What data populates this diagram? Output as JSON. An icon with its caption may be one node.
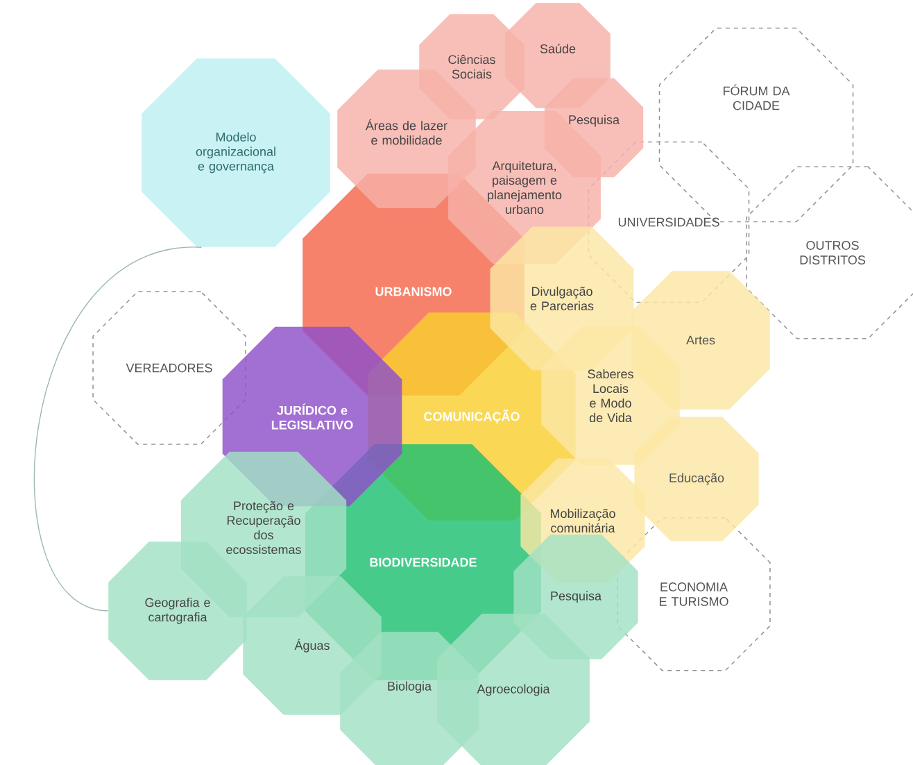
{
  "diagram": {
    "nodes": [
      {
        "text": [
          "Modelo organizacional e governança"
        ]
      },
      {
        "text": [
          "Áreas de lazer e mobilidade"
        ]
      },
      {
        "text": [
          "Ciências Sociais"
        ]
      },
      {
        "text": [
          "Saúde"
        ]
      },
      {
        "text": [
          "Pesquisa"
        ]
      },
      {
        "text": [
          "Arquitetura, paisagem e planejamento urbano"
        ]
      },
      {
        "text": [
          "FÓRUM DA CIDADE"
        ]
      },
      {
        "text": [
          "UNIVERSIDADES"
        ]
      },
      {
        "text": [
          "OUTROS DISTRITOS"
        ]
      },
      {
        "text": [
          "URBANISMO"
        ]
      },
      {
        "text": [
          "Divulgação e Parcerias"
        ]
      },
      {
        "text": [
          "Artes"
        ]
      },
      {
        "text": [
          "VEREADORES"
        ]
      },
      {
        "text": [
          "JURÍDICO e LEGISLATIVO"
        ]
      },
      {
        "text": [
          "COMUNICAÇÃO"
        ]
      },
      {
        "text": [
          "Saberes Locais e Modo de Vida"
        ]
      },
      {
        "text": [
          "Educação"
        ]
      },
      {
        "text": [
          "Proteção e Recuperação dos ecossistemas"
        ]
      },
      {
        "text": [
          "BIODIVERSIDADE"
        ]
      },
      {
        "text": [
          "Mobilização comunitária"
        ]
      },
      {
        "text": [
          "ECONOMIA E TURISMO"
        ]
      },
      {
        "text": [
          "Geografia e cartografia"
        ]
      },
      {
        "text": [
          "Pesquisa"
        ]
      },
      {
        "text": [
          "Águas"
        ]
      },
      {
        "text": [
          "Biologia"
        ]
      },
      {
        "text": [
          "Agroecologia"
        ]
      }
    ],
    "edges": [
      {
        "from": 0,
        "to": 21,
        "arrow": "none"
      }
    ]
  }
}
